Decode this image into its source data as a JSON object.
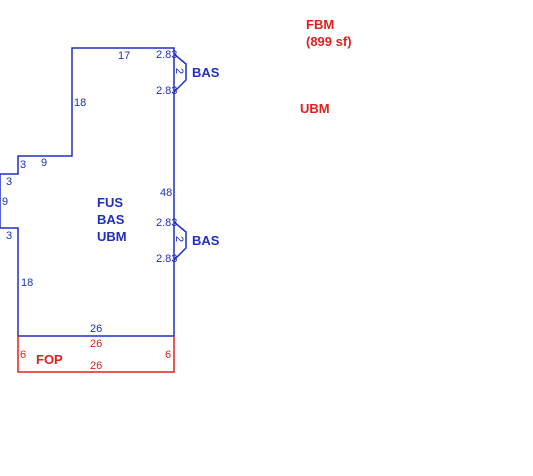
{
  "colors": {
    "blue": "#1f2fbf",
    "red": "#e0201c"
  },
  "labels": {
    "fbm": "FBM",
    "fbm_area": "(899 sf)",
    "ubm": "UBM",
    "bas_top": "BAS",
    "bas_bottom": "BAS",
    "main_fus": "FUS",
    "main_bas": "BAS",
    "main_ubm": "UBM",
    "fop": "FOP"
  },
  "dimensions": {
    "top": "17",
    "left_upper": "18",
    "step_top": "9",
    "step_small_upper": "3",
    "far_left_3a": "3",
    "far_left_9": "9",
    "far_left_3b": "3",
    "left_lower": "18",
    "right_side": "48",
    "bottom": "26",
    "bay_top_upper": "2.83",
    "bay_top_lower": "2.83",
    "bay_top_side": "2",
    "bay_bottom_upper": "2.83",
    "bay_bottom_lower": "2.83",
    "bay_bottom_side": "2",
    "porch_top": "26",
    "porch_bottom": "26",
    "porch_left": "6",
    "porch_right": "6"
  }
}
